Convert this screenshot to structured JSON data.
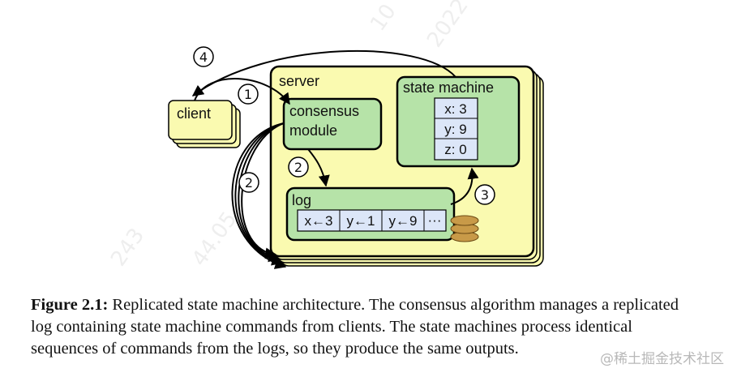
{
  "figure": {
    "client_label": "client",
    "server_label": "server",
    "consensus_label_line1": "consensus",
    "consensus_label_line2": "module",
    "state_machine_label": "state machine",
    "state_values": [
      "x: 3",
      "y: 9",
      "z: 0"
    ],
    "log_label": "log",
    "log_entries": [
      "x←3",
      "y←1",
      "y←9",
      "···"
    ],
    "step_labels": {
      "one": "1",
      "two_a": "2",
      "two_b": "2",
      "three": "3",
      "four": "4"
    },
    "colors": {
      "server_fill": "#fafab0",
      "module_fill": "#b6e3a8",
      "cell_fill": "#dce6f8",
      "disk_fill": "#c89a48",
      "stroke": "#000000"
    }
  },
  "caption": {
    "label": "Figure 2.1:",
    "text": "Replicated state machine architecture. The consensus algorithm manages a replicated log containing state machine commands from clients. The state machines process identical sequences of commands from the logs, so they produce the same outputs."
  },
  "watermark": "@稀土掘金技术社区"
}
